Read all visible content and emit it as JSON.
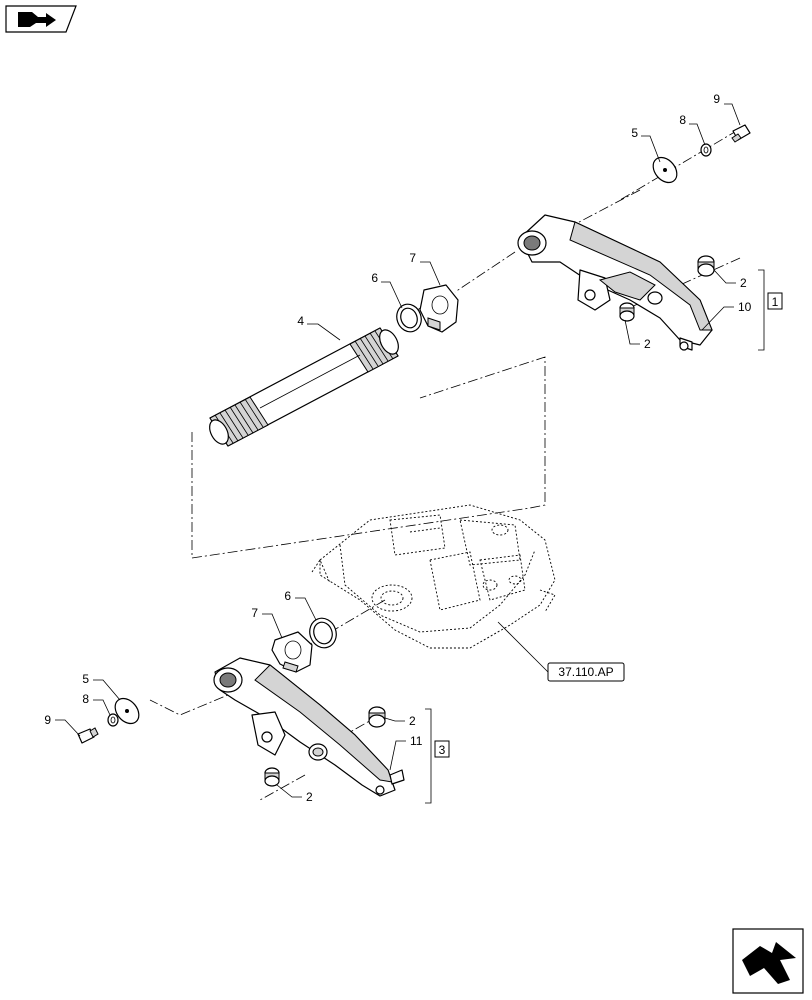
{
  "callouts": {
    "c_9_top": "9",
    "c_8_top": "8",
    "c_5_top": "5",
    "c_7_top": "7",
    "c_6_top": "6",
    "c_4": "4",
    "c_2_a": "2",
    "c_10": "10",
    "c_2_b": "2",
    "c_7_bot": "7",
    "c_6_bot": "6",
    "c_5_bot": "5",
    "c_8_bot": "8",
    "c_9_bot": "9",
    "c_2_c": "2",
    "c_11": "11",
    "c_2_d": "2"
  },
  "assembly_refs": {
    "group_1": "1",
    "group_3": "3"
  },
  "reference_label": "37.110.AP",
  "icons": {
    "top_left": "book-arrow-icon",
    "bottom_right": "next-page-arrow-icon"
  }
}
